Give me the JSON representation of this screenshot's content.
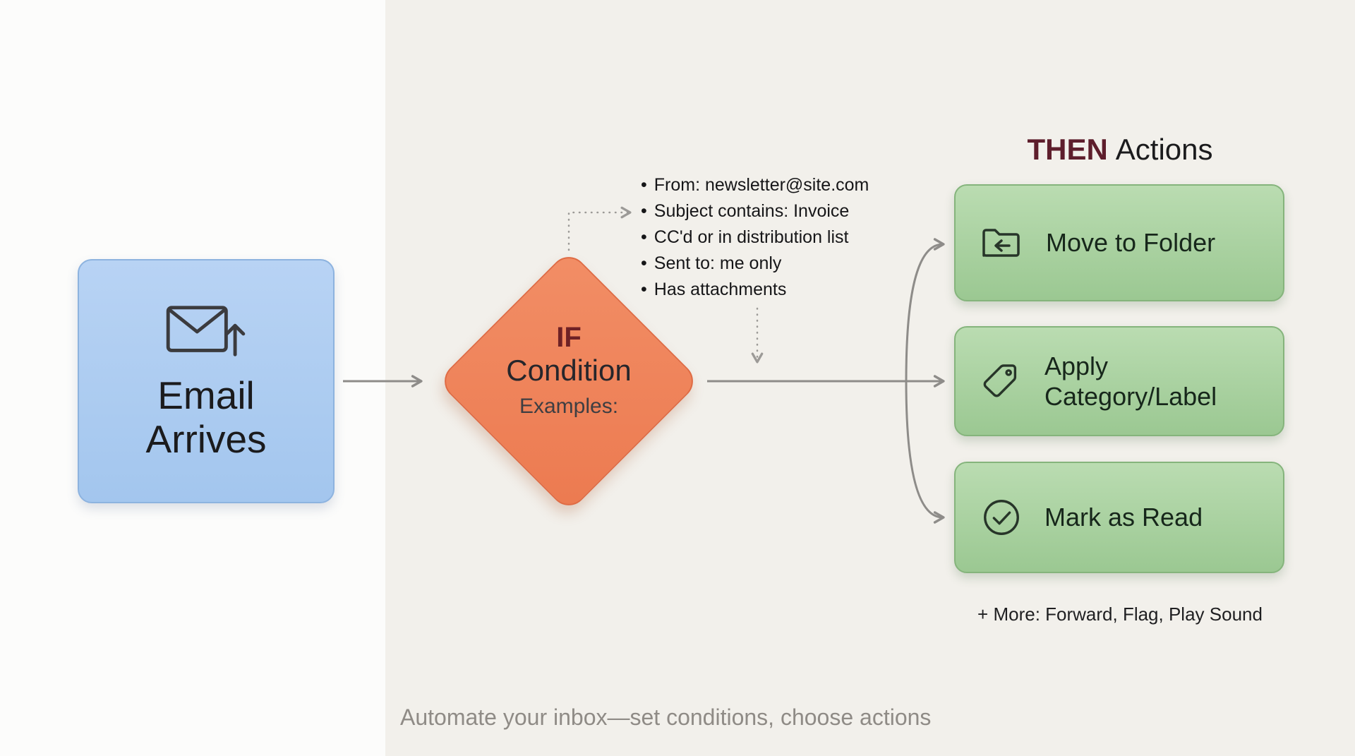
{
  "glyphs": {
    "bullet": "•"
  },
  "flow": {
    "start": {
      "line1": "Email",
      "line2": "Arrives",
      "icon": "email-up-arrow-icon"
    },
    "condition": {
      "keyword": "IF",
      "title": "Condition",
      "subtitle": "Examples:"
    },
    "examples": [
      "From: newsletter@site.com",
      "Subject contains: Invoice",
      "CC'd or in distribution list",
      "Sent to: me only",
      "Has attachments"
    ],
    "then": {
      "keyword": "THEN",
      "rest": "Actions",
      "actions": [
        {
          "label": "Move to Folder",
          "icon": "folder-move-icon"
        },
        {
          "label": "Apply Category/Label",
          "icon": "tag-icon"
        },
        {
          "label": "Mark as Read",
          "icon": "check-circle-icon"
        }
      ],
      "more": "+ More: Forward, Flag, Play Sound"
    }
  },
  "caption": "Automate your inbox—set conditions, choose actions",
  "colors": {
    "background_left": "#fcfcfb",
    "background_right": "#f2f0eb",
    "start_fill": "#aecdf0",
    "start_border": "#8db3df",
    "condition_fill": "#ef8158",
    "condition_border": "#df6b44",
    "action_fill": "#a9d19f",
    "action_border": "#85b47c",
    "keyword_maroon": "#5e1e2c",
    "arrow_gray": "#8e8c89",
    "caption_gray": "#8f8b86"
  }
}
